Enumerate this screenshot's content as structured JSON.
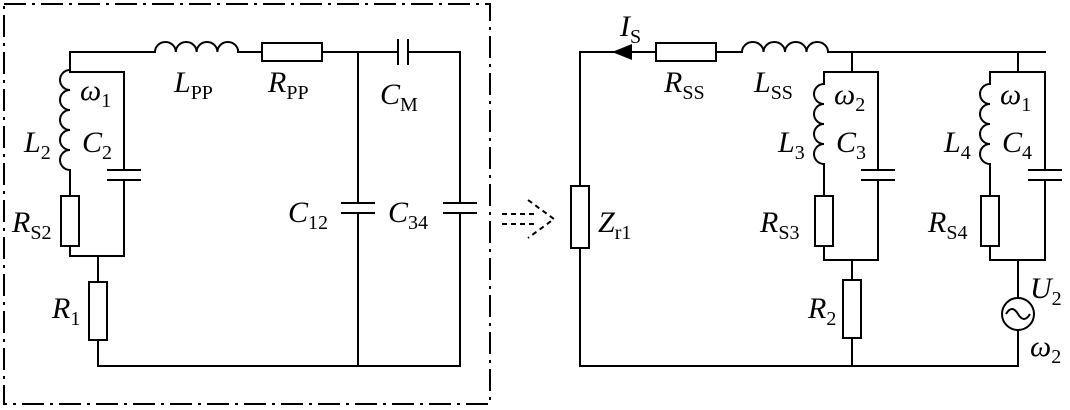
{
  "left_circuit": {
    "omega1": {
      "sym": "ω",
      "sub": "1"
    },
    "L2": {
      "sym": "L",
      "sub": "2"
    },
    "C2": {
      "sym": "C",
      "sub": "2"
    },
    "RS2": {
      "sym": "R",
      "sub": "S2"
    },
    "R1": {
      "sym": "R",
      "sub": "1"
    },
    "LPP": {
      "sym": "L",
      "sub": "PP"
    },
    "RPP": {
      "sym": "R",
      "sub": "PP"
    },
    "CM": {
      "sym": "C",
      "sub": "M"
    },
    "C12": {
      "sym": "C",
      "sub": "12"
    },
    "C34": {
      "sym": "C",
      "sub": "34"
    }
  },
  "right_circuit": {
    "IS": {
      "sym": "I",
      "sub": "S"
    },
    "RSS": {
      "sym": "R",
      "sub": "SS"
    },
    "LSS": {
      "sym": "L",
      "sub": "SS"
    },
    "Zr1": {
      "sym": "Z",
      "sub": "r1"
    },
    "omega2": {
      "sym": "ω",
      "sub": "2"
    },
    "L3": {
      "sym": "L",
      "sub": "3"
    },
    "C3": {
      "sym": "C",
      "sub": "3"
    },
    "RS3": {
      "sym": "R",
      "sub": "S3"
    },
    "R2": {
      "sym": "R",
      "sub": "2"
    },
    "omega1b": {
      "sym": "ω",
      "sub": "1"
    },
    "L4": {
      "sym": "L",
      "sub": "4"
    },
    "C4": {
      "sym": "C",
      "sub": "4"
    },
    "RS4": {
      "sym": "R",
      "sub": "S4"
    },
    "U2": {
      "sym": "U",
      "sub": "2"
    },
    "omega2b": {
      "sym": "ω",
      "sub": "2"
    }
  },
  "colors": {
    "line": "#000000",
    "background": "#ffffff"
  }
}
